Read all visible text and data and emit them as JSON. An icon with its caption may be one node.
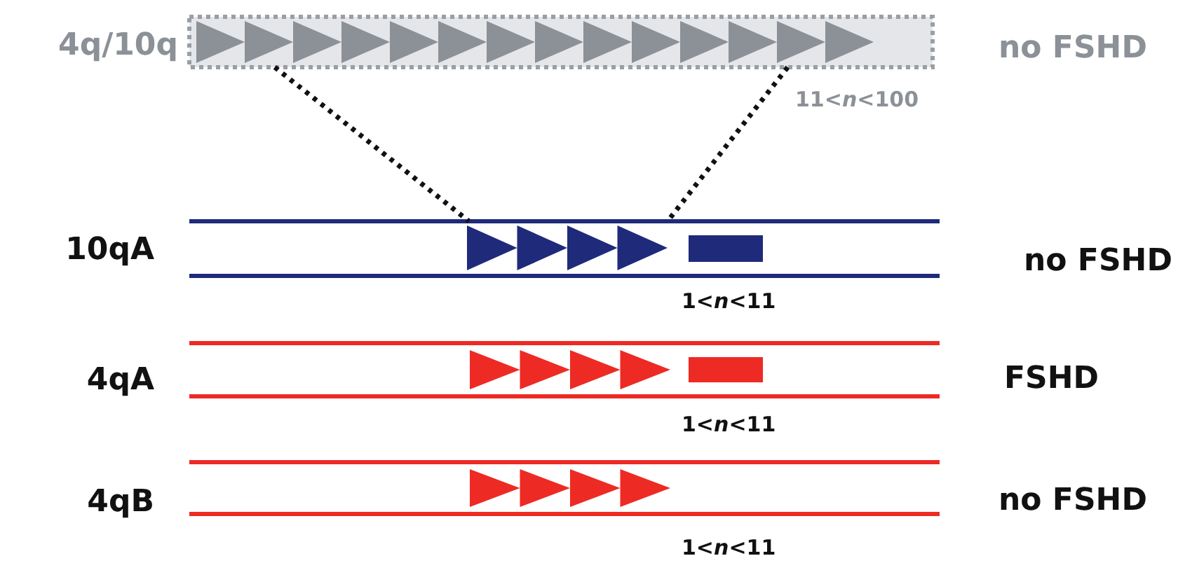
{
  "diagram": {
    "nodes": [
      {
        "text": [
          "4q/10q"
        ]
      },
      {
        "text": [],
        "shape": "triangle"
      }
    ],
    "edges": [
      {
        "from": 0,
        "to": 1,
        "arrow": "none",
        "style": "dashed"
      },
      {
        "from": 0,
        "to": 1,
        "arrow": "none",
        "style": "dashed"
      }
    ],
    "labels": [
      "no FSHD",
      "11<*n*<100",
      "10qA",
      "no FSHD",
      "1<*n*<11",
      "4qA",
      "FSHD",
      "1<*n*<11",
      "4qB",
      "no FSHD",
      "1<*n*<11"
    ]
  }
}
